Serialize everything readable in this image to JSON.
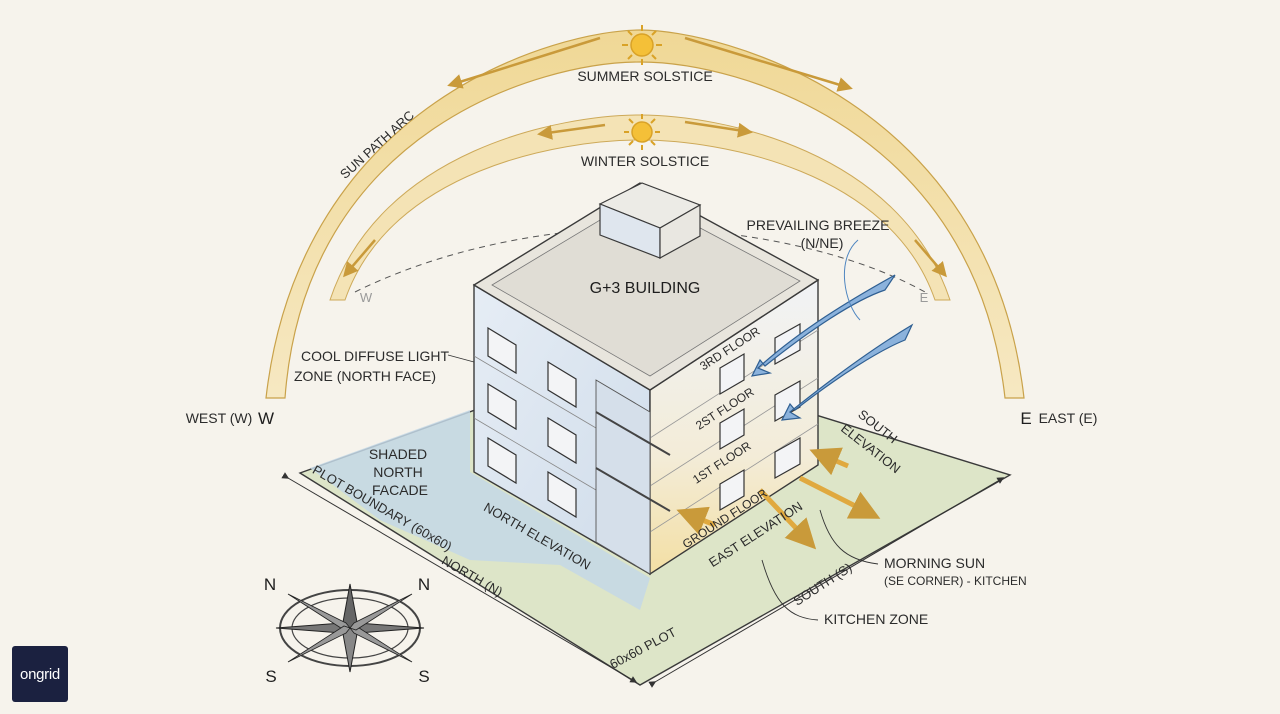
{
  "brand": {
    "logo_text": "ongrid"
  },
  "sun_path": {
    "label": "SUN PATH ARC",
    "summer": "SUMMER SOLSTICE",
    "winter": "WINTER SOLSTICE",
    "west_marker": "W",
    "east_marker": "E"
  },
  "directions": {
    "west": "WEST (W)",
    "west_letter": "W",
    "east": "EAST (E)",
    "east_letter": "E",
    "north": "NORTH (N)",
    "south": "SOUTH (S)"
  },
  "building": {
    "title": "G+3 BUILDING",
    "floors": [
      "3RD FLOOR",
      "2ST FLOOR",
      "1ST FLOOR",
      "GROUND FLOOR"
    ]
  },
  "breeze": {
    "line1": "PREVAILING BREEZE",
    "line2": "(N/NE)"
  },
  "zones": {
    "cool_light_1": "COOL DIFFUSE LIGHT",
    "cool_light_2": "ZONE (NORTH FACE)",
    "shaded_1": "SHADED",
    "shaded_2": "NORTH",
    "shaded_3": "FACADE",
    "kitchen": "KITCHEN ZONE",
    "morning_sun_1": "MORNING SUN",
    "morning_sun_2": "(SE CORNER) - KITCHEN"
  },
  "elevations": {
    "north": "NORTH ELEVATION",
    "east": "EAST ELEVATION",
    "south_1": "SOUTH",
    "south_2": "ELEVATION"
  },
  "plot": {
    "boundary": "PLOT BOUNDARY (60x60)",
    "dimension": "60x60 PLOT"
  },
  "compass": {
    "n1": "N",
    "n2": "N",
    "s1": "S",
    "s2": "S"
  },
  "colors": {
    "arc_fill": "#f2dfa9",
    "sun": "#f4c038",
    "plot_green": "#dde5c8",
    "shade_blue": "#c4d8e6",
    "wall_light": "#eef1f5",
    "breeze_blue": "#4f86c0",
    "sun_ray": "#e6b14c"
  }
}
